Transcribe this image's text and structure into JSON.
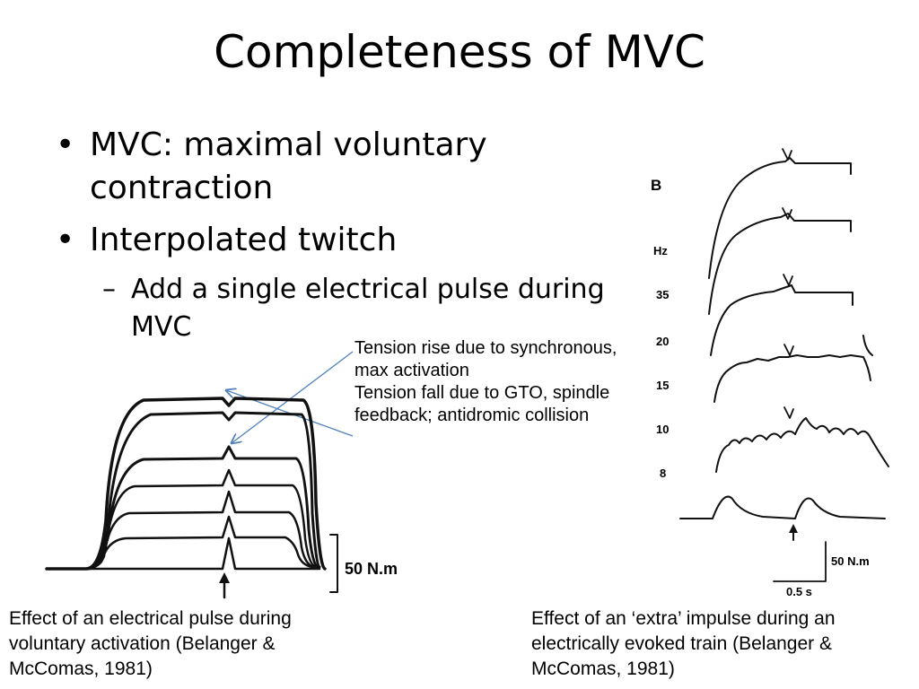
{
  "slide": {
    "title": "Completeness of MVC",
    "bullets": [
      {
        "text": "MVC: maximal voluntary contraction"
      },
      {
        "text": "Interpolated twitch"
      }
    ],
    "sub_bullet": "Add a single electrical pulse during MVC",
    "annotation": {
      "line1": "Tension rise due to synchronous, max activation",
      "line2": "Tension fall due to GTO, spindle feedback; antidromic collision"
    },
    "caption_left": "Effect of an electrical pulse during voluntary activation (Belanger & McComas, 1981)",
    "caption_right": "Effect of an ‘extra’ impulse during an electrically evoked train (Belanger & McComas, 1981)",
    "figure_left": {
      "scale_label": "50 N.m"
    },
    "figure_right": {
      "panel_label": "B",
      "unit_label": "Hz",
      "freq_labels": [
        "35",
        "20",
        "15",
        "10",
        "8"
      ],
      "force_scale_label": "50 N.m",
      "time_scale_label": "0.5 s"
    },
    "colors": {
      "text": "#000000",
      "arrow": "#4f81bd",
      "trace": "#111111"
    }
  }
}
